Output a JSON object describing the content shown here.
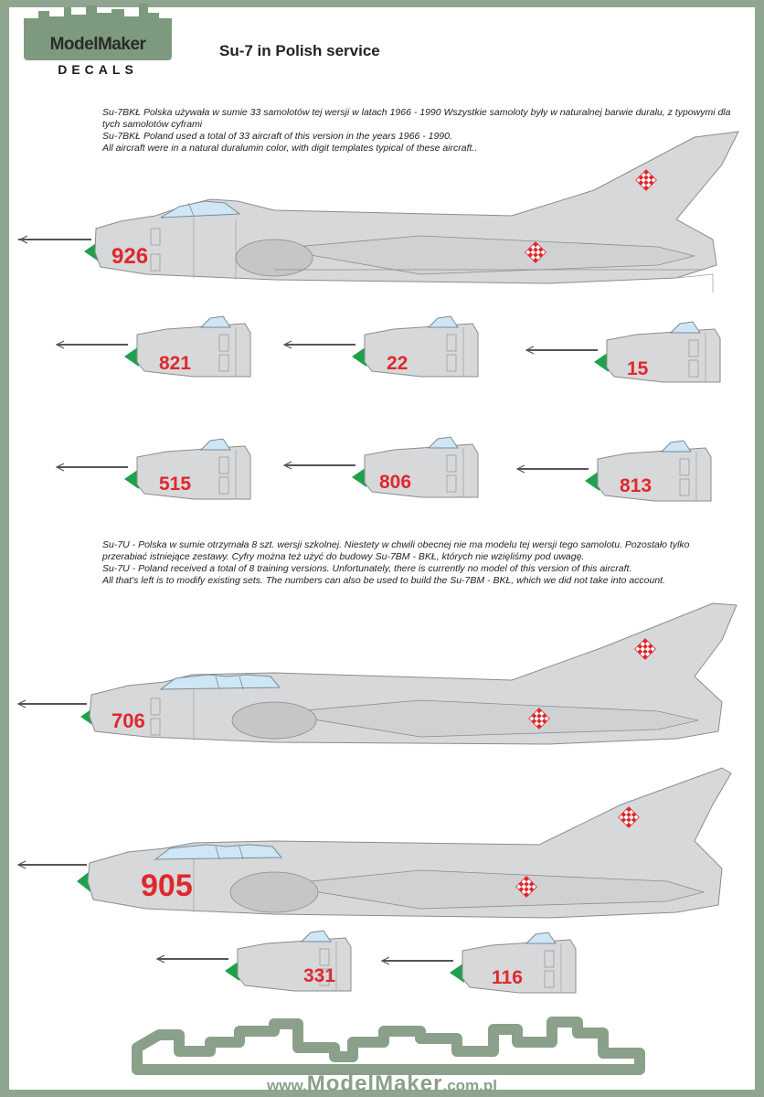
{
  "header": {
    "logo_top": "ModelMaker",
    "logo_bottom": "DECALS",
    "title": "Su-7 in Polish service"
  },
  "intro": {
    "line1": "Su-7BKŁ Polska używała w sumie 33 samolotów tej wersji w latach 1966 - 1990 Wszystkie samoloty były w naturalnej barwie duralu, z typowymi dla tych samolotów cyframi",
    "line2": "Su-7BKŁ Poland used a total of 33 aircraft of this version in the years 1966 - 1990.",
    "line3": "All aircraft were in a natural duralumin color, with digit templates typical of these aircraft.."
  },
  "trainer_note": {
    "line1": "Su-7U - Polska w sumie otrzymała 8 szt. wersji szkolnej. Niestety w chwili obecnej nie ma modelu tej wersji tego samolotu. Pozostało tylko przerabiać istniejące zestawy. Cyfry można też użyć do budowy Su-7BM - BKŁ, których nie wzięliśmy pod uwagę.",
    "line2": "Su-7U - Poland received a total of 8 training versions. Unfortunately, there is currently no model of this version of this aircraft.",
    "line3": "All that's left is to modify existing sets. The numbers can also be used to build the Su-7BM - BKŁ, which we did not take into account."
  },
  "aircraft_numbers": {
    "su7bkl_main": "926",
    "su7bkl_noses": [
      "821",
      "22",
      "15",
      "515",
      "806",
      "813"
    ],
    "su7u_main_1": "706",
    "su7u_main_2": "905",
    "su7u_noses": [
      "331",
      "116"
    ]
  },
  "footer": {
    "www": "www.",
    "brand": "ModelMaker",
    "tld": ".com.pl"
  },
  "colors": {
    "frame": "#8fa58f",
    "airframe": "#d6d8da",
    "numbers": "#e0282c",
    "nose_cone": "#1fa04a",
    "canopy": "#cfe6f4"
  }
}
